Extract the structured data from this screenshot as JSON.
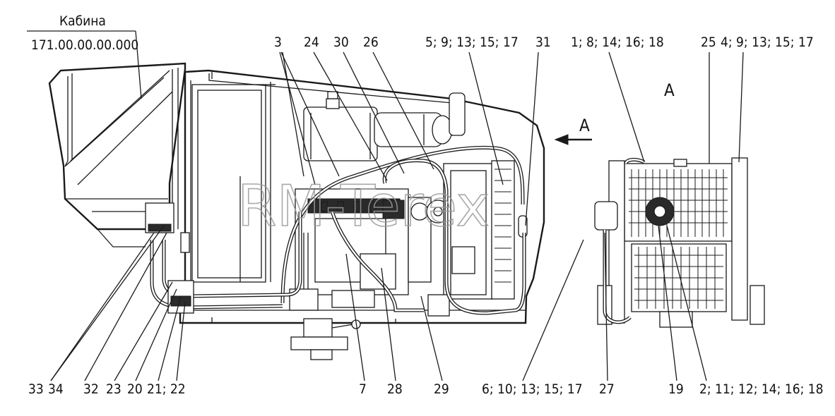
{
  "cab_label": {
    "title": "Кабина",
    "code": "171.00.00.00.000"
  },
  "view_label": "A",
  "arrow_label": "A",
  "watermark": "RM-Terex",
  "top_callouts": {
    "c3": "3",
    "c24": "24",
    "c30": "30",
    "c26": "26",
    "c5": "5; 9; 13; 15; 17",
    "c31": "31",
    "c1": "1; 8; 14; 16; 18",
    "c25": "25",
    "c4": "4; 9; 13; 15; 17"
  },
  "bottom_callouts": {
    "c33": "33",
    "c34": "34",
    "c32": "32",
    "c23": "23",
    "c20": "20",
    "c21": "21; 22",
    "c7": "7",
    "c28": "28",
    "c29": "29",
    "c6": "6; 10; 13; 15; 17",
    "c27": "27",
    "c19": "19",
    "c2": "2; 11; 12; 14; 16; 18"
  }
}
